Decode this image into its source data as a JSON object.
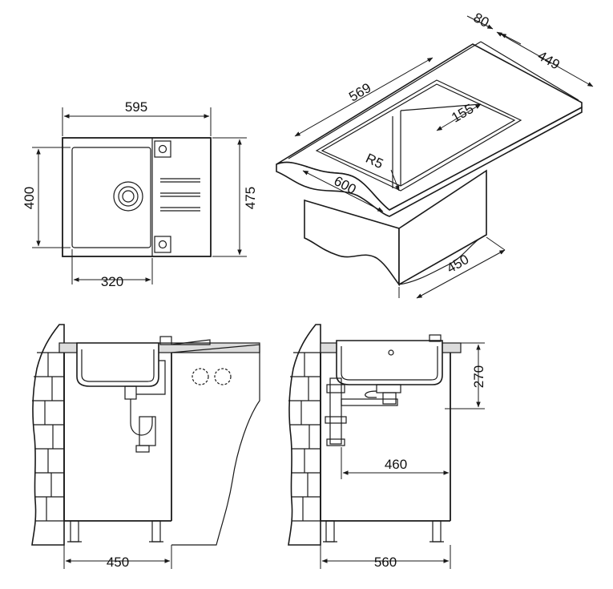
{
  "top_view": {
    "width": "595",
    "bowl_width": "320",
    "bowl_depth": "400",
    "total_depth": "475"
  },
  "iso_view": {
    "rim": "80",
    "drainer_length": "449",
    "bowl_length": "569",
    "divider_offset": "155",
    "corner_radius": "R5",
    "worktop_depth": "600",
    "cabinet_depth": "450"
  },
  "side_view": {
    "cabinet_depth": "450"
  },
  "front_view": {
    "cabinet_width": "560",
    "drain_offset": "460",
    "bowl_height": "270"
  }
}
